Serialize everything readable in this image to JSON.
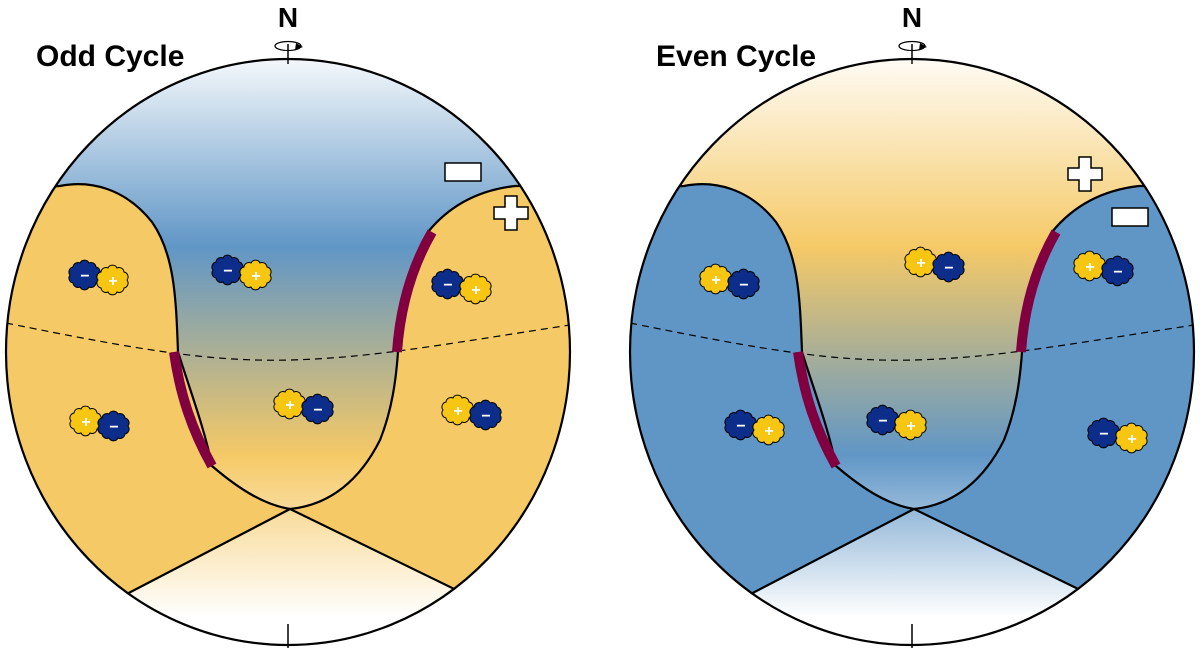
{
  "panels": [
    {
      "title": "Odd Cycle",
      "pole_label": "N",
      "polar_signs": {
        "upper": "−",
        "lower": "+"
      },
      "bipolar_pairs": [
        {
          "leading": "−",
          "trailing": "+"
        },
        {
          "leading": "−",
          "trailing": "+"
        },
        {
          "leading": "−",
          "trailing": "+"
        },
        {
          "leading": "+",
          "trailing": "−"
        },
        {
          "leading": "+",
          "trailing": "−"
        },
        {
          "leading": "+",
          "trailing": "−"
        }
      ]
    },
    {
      "title": "Even Cycle",
      "pole_label": "N",
      "polar_signs": {
        "upper": "+",
        "lower": "−"
      },
      "bipolar_pairs": [
        {
          "leading": "+",
          "trailing": "−"
        },
        {
          "leading": "+",
          "trailing": "−"
        },
        {
          "leading": "+",
          "trailing": "−"
        },
        {
          "leading": "−",
          "trailing": "+"
        },
        {
          "leading": "−",
          "trailing": "+"
        },
        {
          "leading": "−",
          "trailing": "+"
        }
      ]
    }
  ],
  "colors": {
    "positive_polarity": "#f5c966",
    "negative_polarity": "#6096c6",
    "positive_spot": "#f7c613",
    "negative_spot": "#0c2d8a",
    "filament": "#800040"
  }
}
